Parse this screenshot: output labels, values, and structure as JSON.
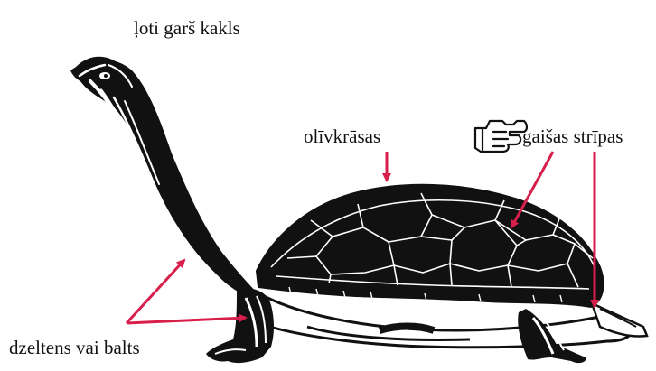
{
  "labels": {
    "neck": "ļoti garš kakls",
    "shell_color": "olīvkrāsas",
    "stripes": "gaišas strīpas",
    "markings": "dzeltens vai balts"
  },
  "icons": {
    "pointer": "pointing-hand-icon"
  },
  "colors": {
    "arrow": "#d81e4a",
    "outline": "#111111",
    "stripe": "#ffffff"
  }
}
